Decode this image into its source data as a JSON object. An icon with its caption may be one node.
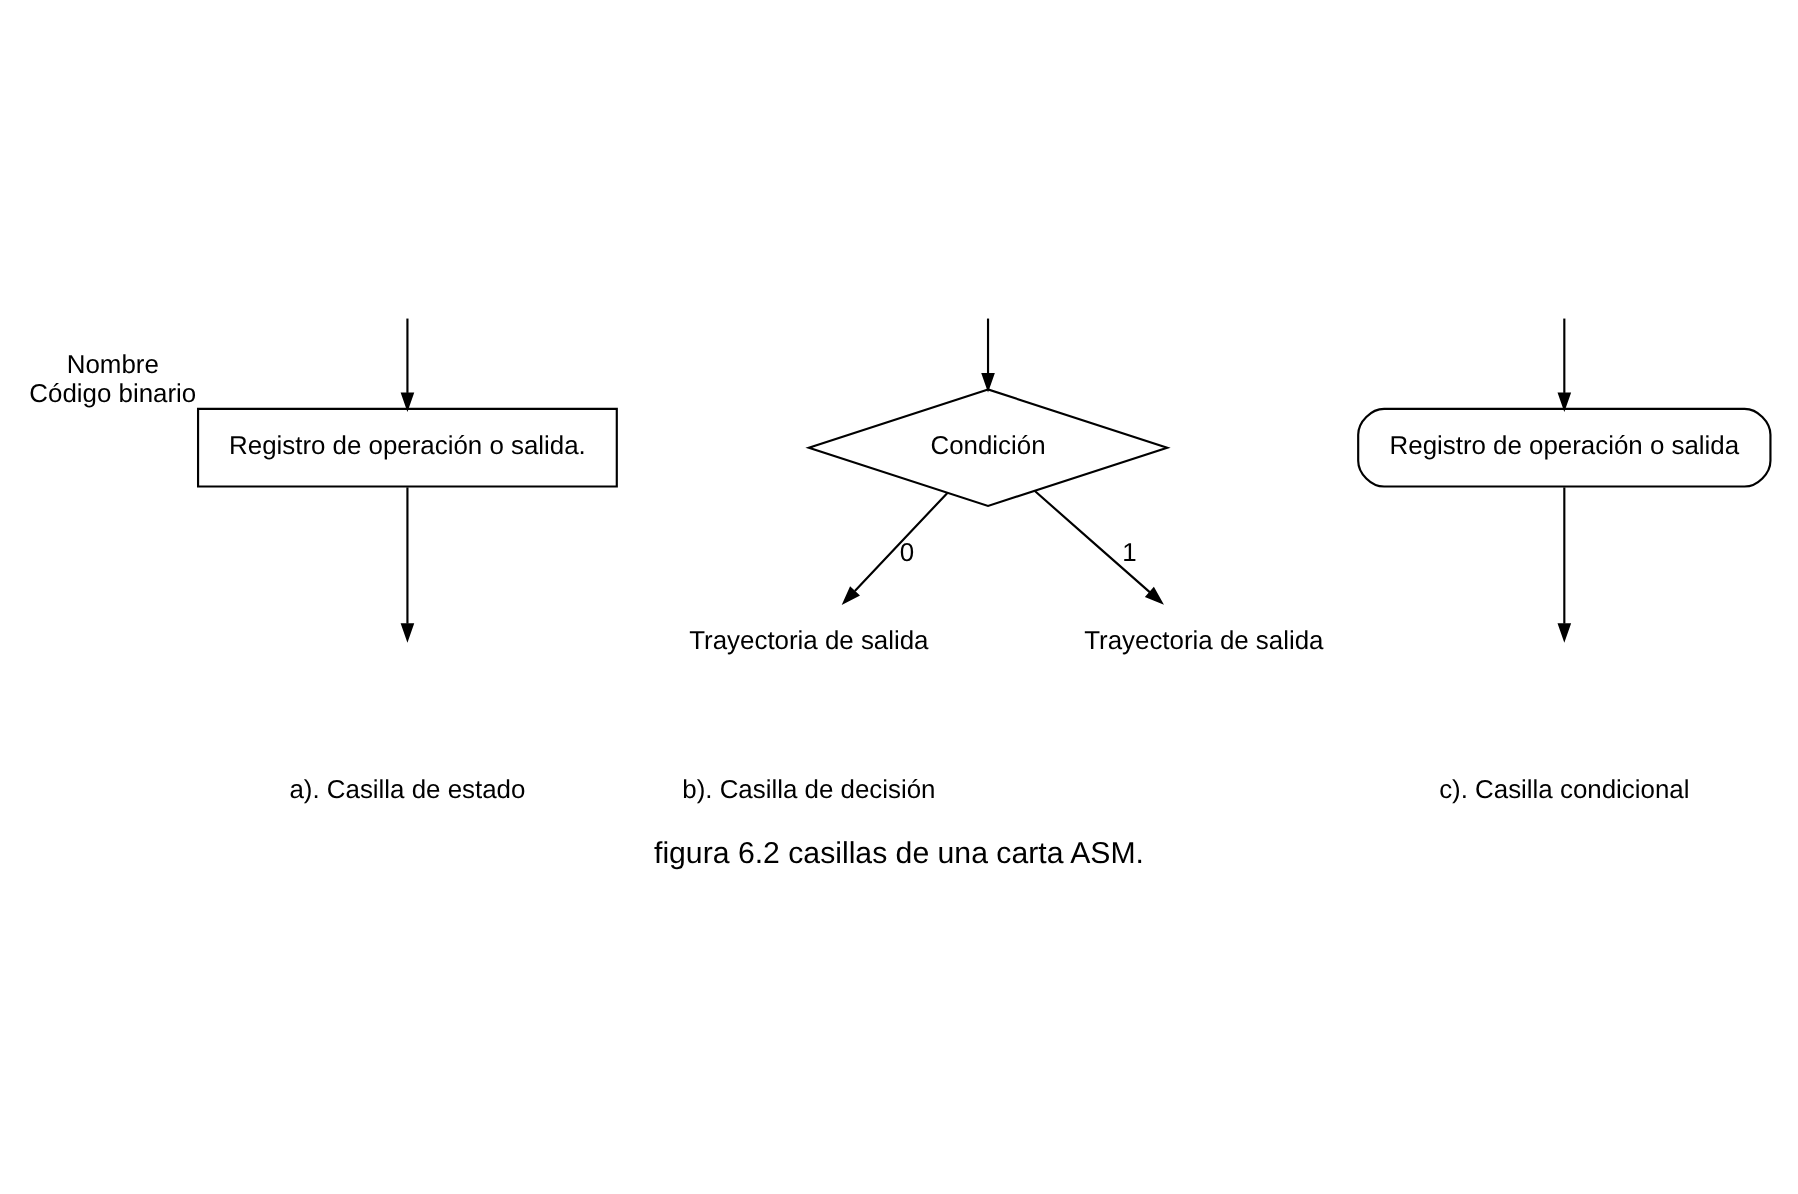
{
  "diagram": {
    "caption": "figura 6.2 casillas de una carta ASM.",
    "nodes": [
      {
        "text": [
          "Registro de operación o salida."
        ],
        "beside": [
          "Nombre",
          "Código binario"
        ]
      },
      {
        "text": [
          "Condición"
        ]
      },
      {
        "text": [
          "Trayectoria de salida"
        ]
      },
      {
        "text": [
          "Trayectoria de salida"
        ]
      },
      {
        "text": [
          "Registro de operación o salida"
        ]
      }
    ],
    "edges": [
      {
        "from": 0,
        "to": null,
        "arrow": "to"
      },
      {
        "from": null,
        "to": 0,
        "arrow": "to"
      },
      {
        "from": null,
        "to": 1,
        "arrow": "to"
      },
      {
        "from": 1,
        "to": 2,
        "arrow": "to",
        "label": "0"
      },
      {
        "from": 1,
        "to": 3,
        "arrow": "to",
        "label": "1"
      },
      {
        "from": 4,
        "to": null,
        "arrow": "to"
      },
      {
        "from": null,
        "to": 4,
        "arrow": "to"
      }
    ],
    "labels": [
      "a). Casilla de estado",
      "b). Casilla de decisión",
      "c). Casilla condicional"
    ]
  }
}
